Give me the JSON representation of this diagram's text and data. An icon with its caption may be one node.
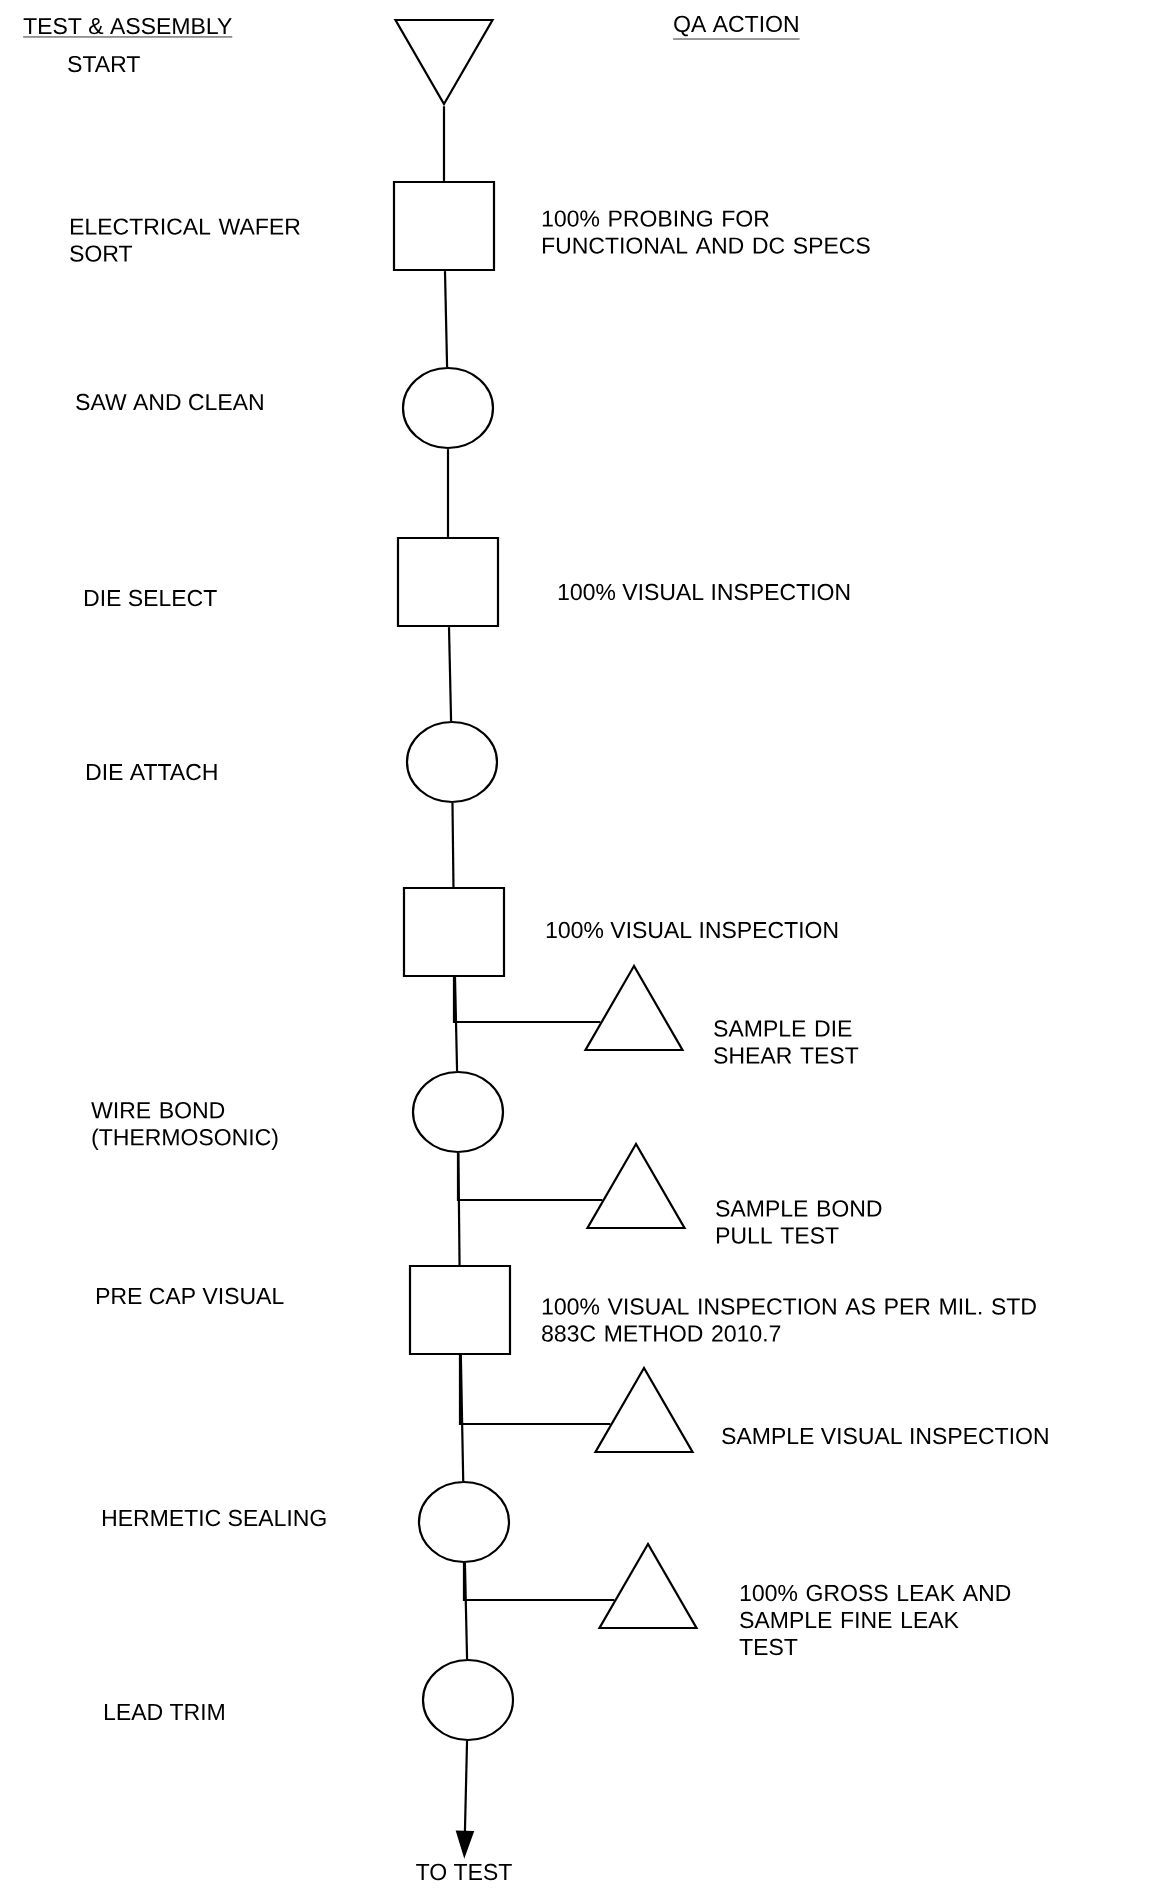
{
  "diagram": {
    "nodes": [
      {
        "text": [],
        "shape": "triangle"
      },
      {
        "text": [],
        "shape": "box",
        "beside": [
          "100% PROBING FOR FUNCTIONAL AND DC SPECS"
        ]
      },
      {
        "text": [],
        "shape": "circle"
      },
      {
        "text": [],
        "shape": "box",
        "beside": [
          "100% VISUAL INSPECTION"
        ]
      },
      {
        "text": [],
        "shape": "circle"
      },
      {
        "text": [],
        "shape": "box",
        "beside": [
          "100% VISUAL INSPECTION"
        ]
      },
      {
        "text": [],
        "shape": "triangle",
        "beside": [
          "SAMPLE DIE SHEAR TEST"
        ]
      },
      {
        "text": [],
        "shape": "circle"
      },
      {
        "text": [],
        "shape": "triangle",
        "beside": [
          "SAMPLE BOND PULL TEST"
        ]
      },
      {
        "text": [],
        "shape": "box",
        "beside": [
          "100% VISUAL INSPECTION AS PER MIL. STD 883C METHOD 2010.7"
        ]
      },
      {
        "text": [],
        "shape": "triangle",
        "beside": [
          "SAMPLE VISUAL INSPECTION"
        ]
      },
      {
        "text": [],
        "shape": "circle"
      },
      {
        "text": [],
        "shape": "triangle",
        "beside": [
          "100% GROSS LEAK AND SAMPLE FINE LEAK TEST"
        ]
      },
      {
        "text": [],
        "shape": "circle"
      },
      {
        "text": [
          "TO TEST"
        ]
      }
    ],
    "edges": [
      {
        "from": 0,
        "to": 1,
        "arrow": "none"
      },
      {
        "from": 1,
        "to": 2,
        "arrow": "none"
      },
      {
        "from": 2,
        "to": 3,
        "arrow": "none"
      },
      {
        "from": 3,
        "to": 4,
        "arrow": "none"
      },
      {
        "from": 4,
        "to": 5,
        "arrow": "none"
      },
      {
        "from": 5,
        "to": 7,
        "arrow": "none"
      },
      {
        "from": 5,
        "to": 6,
        "arrow": "none"
      },
      {
        "from": 7,
        "to": 9,
        "arrow": "none"
      },
      {
        "from": 7,
        "to": 8,
        "arrow": "none"
      },
      {
        "from": 9,
        "to": 11,
        "arrow": "none"
      },
      {
        "from": 9,
        "to": 10,
        "arrow": "none"
      },
      {
        "from": 11,
        "to": 13,
        "arrow": "none"
      },
      {
        "from": 11,
        "to": 12,
        "arrow": "none"
      },
      {
        "from": 13,
        "to": 14,
        "arrow": "to"
      }
    ],
    "labels": [
      "TEST & ASSEMBLY",
      "QA ACTION",
      "START",
      "ELECTRICAL WAFER SORT",
      "SAW AND CLEAN",
      "DIE SELECT",
      "DIE ATTACH",
      "WIRE BOND (THERMOSONIC)",
      "PRE CAP VISUAL",
      "HERMETIC SEALING",
      "LEAD TRIM"
    ]
  }
}
